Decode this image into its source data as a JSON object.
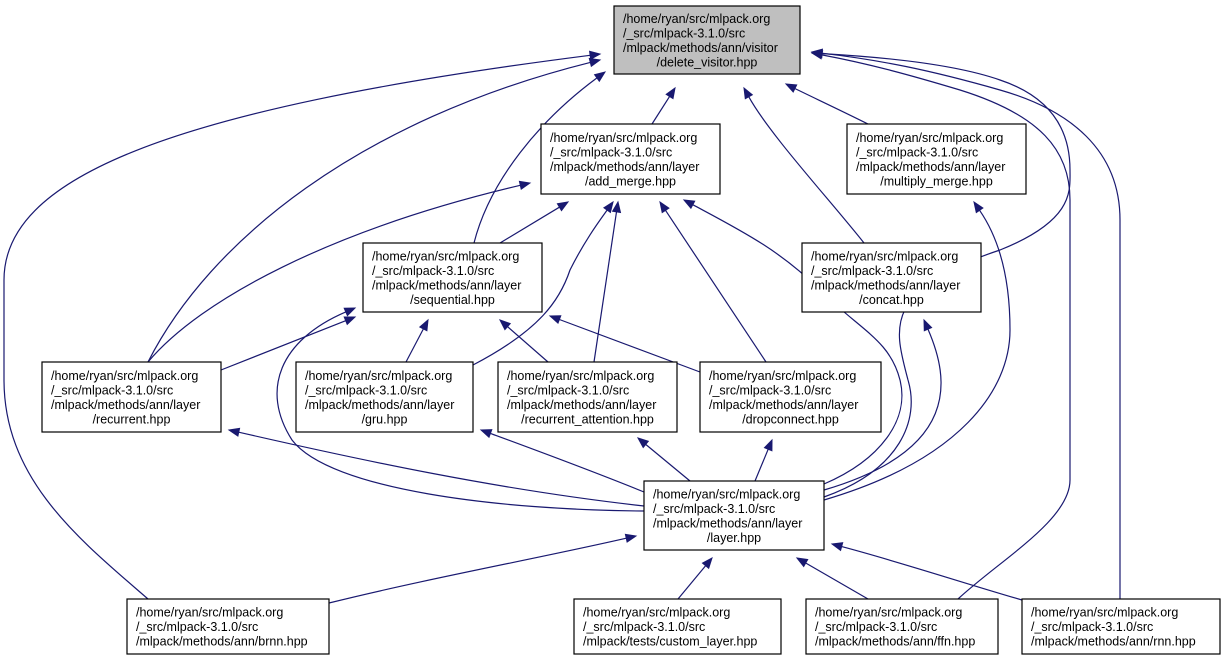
{
  "colors": {
    "edge": "#191970",
    "root_fill": "#bfbfbf",
    "node_fill": "#ffffff",
    "border": "#000000"
  },
  "nodes": {
    "delete_visitor": {
      "lines": [
        "/home/ryan/src/mlpack.org",
        "/_src/mlpack-3.1.0/src",
        "/mlpack/methods/ann/visitor",
        "/delete_visitor.hpp"
      ],
      "root": true
    },
    "add_merge": {
      "lines": [
        "/home/ryan/src/mlpack.org",
        "/_src/mlpack-3.1.0/src",
        "/mlpack/methods/ann/layer",
        "/add_merge.hpp"
      ]
    },
    "multiply_merge": {
      "lines": [
        "/home/ryan/src/mlpack.org",
        "/_src/mlpack-3.1.0/src",
        "/mlpack/methods/ann/layer",
        "/multiply_merge.hpp"
      ]
    },
    "sequential": {
      "lines": [
        "/home/ryan/src/mlpack.org",
        "/_src/mlpack-3.1.0/src",
        "/mlpack/methods/ann/layer",
        "/sequential.hpp"
      ]
    },
    "concat": {
      "lines": [
        "/home/ryan/src/mlpack.org",
        "/_src/mlpack-3.1.0/src",
        "/mlpack/methods/ann/layer",
        "/concat.hpp"
      ]
    },
    "recurrent": {
      "lines": [
        "/home/ryan/src/mlpack.org",
        "/_src/mlpack-3.1.0/src",
        "/mlpack/methods/ann/layer",
        "/recurrent.hpp"
      ]
    },
    "gru": {
      "lines": [
        "/home/ryan/src/mlpack.org",
        "/_src/mlpack-3.1.0/src",
        "/mlpack/methods/ann/layer",
        "/gru.hpp"
      ]
    },
    "recurrent_attention": {
      "lines": [
        "/home/ryan/src/mlpack.org",
        "/_src/mlpack-3.1.0/src",
        "/mlpack/methods/ann/layer",
        "/recurrent_attention.hpp"
      ]
    },
    "dropconnect": {
      "lines": [
        "/home/ryan/src/mlpack.org",
        "/_src/mlpack-3.1.0/src",
        "/mlpack/methods/ann/layer",
        "/dropconnect.hpp"
      ]
    },
    "layer": {
      "lines": [
        "/home/ryan/src/mlpack.org",
        "/_src/mlpack-3.1.0/src",
        "/mlpack/methods/ann/layer",
        "/layer.hpp"
      ]
    },
    "brnn": {
      "lines": [
        "/home/ryan/src/mlpack.org",
        "/_src/mlpack-3.1.0/src",
        "/mlpack/methods/ann/brnn.hpp"
      ]
    },
    "custom_layer": {
      "lines": [
        "/home/ryan/src/mlpack.org",
        "/_src/mlpack-3.1.0/src",
        "/mlpack/tests/custom_layer.hpp"
      ]
    },
    "ffn": {
      "lines": [
        "/home/ryan/src/mlpack.org",
        "/_src/mlpack-3.1.0/src",
        "/mlpack/methods/ann/ffn.hpp"
      ]
    },
    "rnn": {
      "lines": [
        "/home/ryan/src/mlpack.org",
        "/_src/mlpack-3.1.0/src",
        "/mlpack/methods/ann/rnn.hpp"
      ]
    }
  },
  "edges": [
    {
      "from": "add_merge",
      "to": "delete_visitor"
    },
    {
      "from": "multiply_merge",
      "to": "delete_visitor"
    },
    {
      "from": "sequential",
      "to": "delete_visitor"
    },
    {
      "from": "concat",
      "to": "delete_visitor"
    },
    {
      "from": "recurrent",
      "to": "delete_visitor"
    },
    {
      "from": "layer",
      "to": "delete_visitor"
    },
    {
      "from": "brnn",
      "to": "delete_visitor"
    },
    {
      "from": "ffn",
      "to": "delete_visitor"
    },
    {
      "from": "rnn",
      "to": "delete_visitor"
    },
    {
      "from": "sequential",
      "to": "add_merge"
    },
    {
      "from": "recurrent",
      "to": "add_merge"
    },
    {
      "from": "gru",
      "to": "add_merge"
    },
    {
      "from": "recurrent_attention",
      "to": "add_merge"
    },
    {
      "from": "dropconnect",
      "to": "add_merge"
    },
    {
      "from": "layer",
      "to": "add_merge"
    },
    {
      "from": "layer",
      "to": "multiply_merge"
    },
    {
      "from": "recurrent",
      "to": "sequential"
    },
    {
      "from": "gru",
      "to": "sequential"
    },
    {
      "from": "recurrent_attention",
      "to": "sequential"
    },
    {
      "from": "dropconnect",
      "to": "sequential"
    },
    {
      "from": "layer",
      "to": "sequential"
    },
    {
      "from": "layer",
      "to": "concat"
    },
    {
      "from": "layer",
      "to": "recurrent"
    },
    {
      "from": "layer",
      "to": "gru"
    },
    {
      "from": "layer",
      "to": "recurrent_attention"
    },
    {
      "from": "layer",
      "to": "dropconnect"
    },
    {
      "from": "brnn",
      "to": "layer"
    },
    {
      "from": "custom_layer",
      "to": "layer"
    },
    {
      "from": "ffn",
      "to": "layer"
    },
    {
      "from": "rnn",
      "to": "layer"
    }
  ]
}
